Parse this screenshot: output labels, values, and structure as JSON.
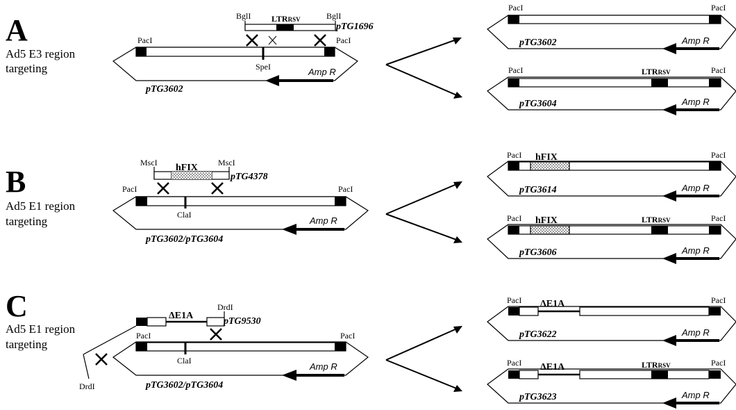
{
  "panels": [
    {
      "letter": "A",
      "desc1": "Ad5 E3 region",
      "desc2": "targeting",
      "donor": "pTG1696",
      "donor_site": "BglI",
      "donor_insert": "LTR",
      "donor_insert_sub": "RSV",
      "vector": "pTG3602",
      "vector_site": "SpeI",
      "products": [
        {
          "name": "pTG3602",
          "insert": "",
          "ltr": ""
        },
        {
          "name": "pTG3604",
          "insert": "",
          "ltr": "LTR",
          "ltr_sub": "RSV"
        }
      ]
    },
    {
      "letter": "B",
      "desc1": "Ad5 E1 region",
      "desc2": "targeting",
      "donor": "pTG4378",
      "donor_site": "MscI",
      "donor_insert": "hFIX",
      "vector": "pTG3602/pTG3604",
      "vector_site": "ClaI",
      "products": [
        {
          "name": "pTG3614",
          "insert": "hFIX",
          "ltr": ""
        },
        {
          "name": "pTG3606",
          "insert": "hFIX",
          "ltr": "LTR",
          "ltr_sub": "RSV"
        }
      ]
    },
    {
      "letter": "C",
      "desc1": "Ad5 E1 region",
      "desc2": "targeting",
      "donor": "pTG9530",
      "donor_site": "DrdI",
      "donor_insert": "ΔE1A",
      "vector": "pTG3602/pTG3604",
      "vector_site": "ClaI",
      "products": [
        {
          "name": "pTG3622",
          "insert": "ΔE1A",
          "ltr": ""
        },
        {
          "name": "pTG3623",
          "insert": "ΔE1A",
          "ltr": "LTR",
          "ltr_sub": "RSV"
        }
      ]
    }
  ],
  "common": {
    "pac": "PacI",
    "amp": "Amp R"
  }
}
